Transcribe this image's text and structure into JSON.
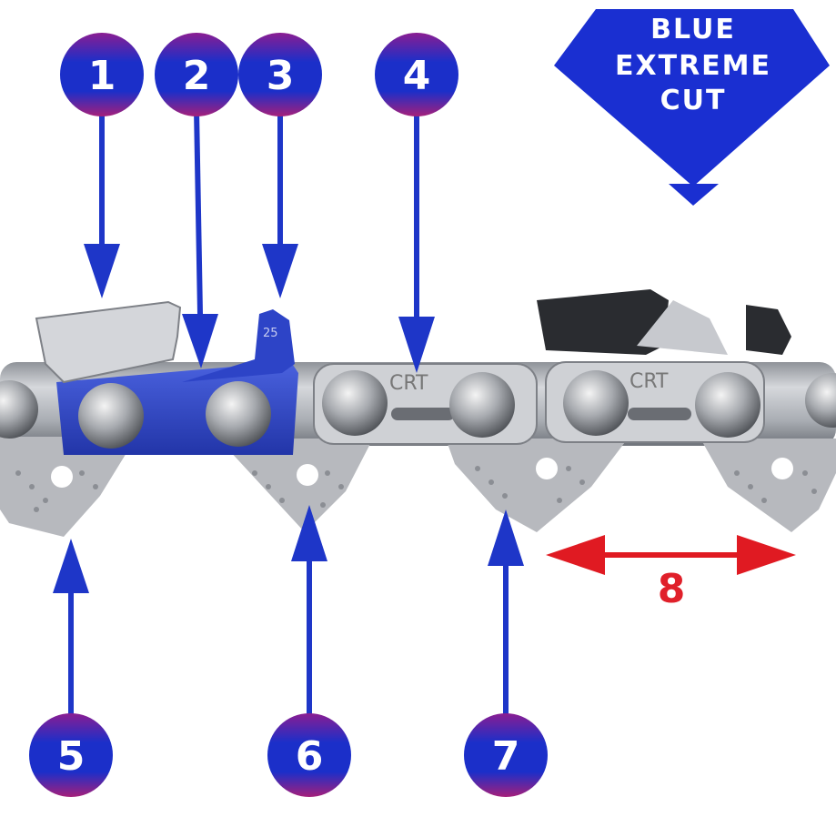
{
  "brand": {
    "lines": [
      "BLUE",
      "EXTREME",
      "CUT"
    ],
    "color": "#1a2fd1"
  },
  "callouts": [
    "1",
    "2",
    "3",
    "4",
    "5",
    "6",
    "7"
  ],
  "dimension_label": "8",
  "stamps": [
    "CRT",
    "CRT",
    "25"
  ],
  "colors": {
    "callout_blue": "#1a2fd1",
    "callout_purple": "#9a1e8c",
    "arrow_blue": "#1e36c8",
    "dimension_red": "#e01a22",
    "cutter_blue": "#2c46c4",
    "steel": "#b9bcc2"
  }
}
